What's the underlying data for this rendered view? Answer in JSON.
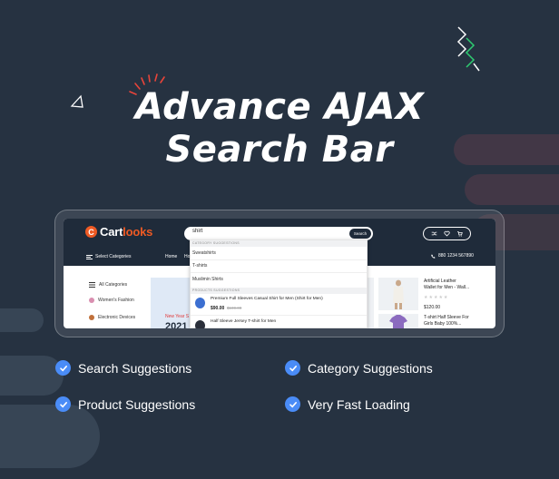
{
  "headline": {
    "line1": "Advance AJAX",
    "line2": "Search Bar"
  },
  "colors": {
    "background": "#263241",
    "accent_blue": "#4a8cf7",
    "brand_orange": "#ee5a24",
    "burst_red": "#e8443a",
    "zigzag_green": "#2ecc71"
  },
  "preview": {
    "brand": {
      "logo_letter": "C",
      "name_part1": "Cart",
      "name_part2": "looks"
    },
    "search": {
      "value": "shirt",
      "button_label": "Search"
    },
    "header_icons": [
      "shuffle-icon",
      "heart-icon",
      "cart-icon"
    ],
    "nav": {
      "categories_label": "Select Categories",
      "links": [
        "Home",
        "Ho"
      ],
      "phone": "880 1234 567890"
    },
    "sidebar": {
      "items": [
        {
          "label": "All Categories",
          "icon": "list-icon"
        },
        {
          "label": "Women's Fashion",
          "icon": "dress-icon"
        },
        {
          "label": "Electronic Devices",
          "icon": "device-icon"
        }
      ]
    },
    "banner": {
      "small_text": "New Year S",
      "year": "2021"
    },
    "dropdown": {
      "category_header": "CATEGORY SUGGESTIONS",
      "categories": [
        "Sweatshirts",
        "T-shirts",
        "Muslimin Shirts"
      ],
      "product_header": "PRODUCTS SUGGESTIONS",
      "products": [
        {
          "title": "Premium Full Sleeves Casual Shirt for Men (Shirt for Men)",
          "price": "$90.00",
          "old_price": "$100.00"
        },
        {
          "title": "Half Sleeve Jersey T-shirt for Men"
        }
      ]
    },
    "products": [
      {
        "name_line1": "Artificial Leather",
        "name_line2": "Wallet for Men - Wall...",
        "stars": "★★★★★",
        "price": "$120.00"
      },
      {
        "name_line1": "T-shirt Half Sleeve For",
        "name_line2": "Girls Baby 100%..."
      }
    ]
  },
  "features": [
    {
      "label": "Search Suggestions"
    },
    {
      "label": "Category Suggestions"
    },
    {
      "label": "Product Suggestions"
    },
    {
      "label": "Very Fast Loading"
    }
  ]
}
